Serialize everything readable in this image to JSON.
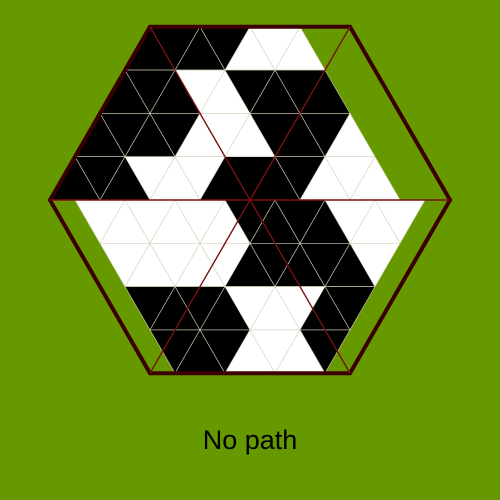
{
  "status_text": "No path",
  "colors": {
    "background": "#669900",
    "filled": "#000000",
    "empty": "#ffffff",
    "region_line": "#7a1010",
    "cell_line": "#d8d0b8",
    "hex_border": "#3a0000"
  },
  "board": {
    "shape": "hexagon",
    "side_cells": 4,
    "rows": [
      [
        "black",
        "black",
        "black",
        "black",
        "white",
        "white",
        "white"
      ],
      [
        "black",
        "black",
        "black",
        "white",
        "white",
        "black",
        "black",
        "black",
        "black"
      ],
      [
        "black",
        "black",
        "black",
        "black",
        "white",
        "white",
        "white",
        "black",
        "black",
        "black",
        "white"
      ],
      [
        "black",
        "black",
        "black",
        "white",
        "white",
        "white",
        "black",
        "black",
        "black",
        "black",
        "white",
        "white",
        "white"
      ],
      [
        "white",
        "white",
        "white",
        "white",
        "white",
        "white",
        "black",
        "black",
        "black",
        "black",
        "white",
        "white",
        "white"
      ],
      [
        "white",
        "white",
        "white",
        "white",
        "white",
        "black",
        "black",
        "black",
        "black",
        "black",
        "white"
      ],
      [
        "black",
        "black",
        "black",
        "black",
        "white",
        "white",
        "white",
        "black",
        "black"
      ],
      [
        "black",
        "black",
        "black",
        "white",
        "white",
        "white",
        "black"
      ]
    ]
  }
}
